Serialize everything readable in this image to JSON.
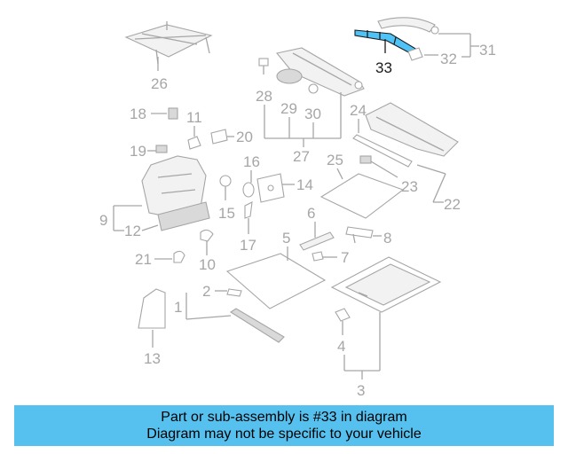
{
  "diagram": {
    "highlighted_part": "33",
    "callouts": [
      "1",
      "2",
      "3",
      "4",
      "5",
      "6",
      "7",
      "8",
      "9",
      "10",
      "11",
      "12",
      "13",
      "14",
      "15",
      "16",
      "17",
      "18",
      "19",
      "20",
      "21",
      "22",
      "23",
      "24",
      "25",
      "26",
      "27",
      "28",
      "29",
      "30",
      "31",
      "32",
      "33"
    ]
  },
  "banner": {
    "line1": "Part or sub-assembly is #33 in diagram",
    "line2": "Diagram may not be specific to your vehicle"
  },
  "colors": {
    "banner_bg": "#56c1ef",
    "highlight_part": "#4fc3f7",
    "callout_gray": "#a6a6a6",
    "callout_highlight": "#1a1a1a"
  }
}
